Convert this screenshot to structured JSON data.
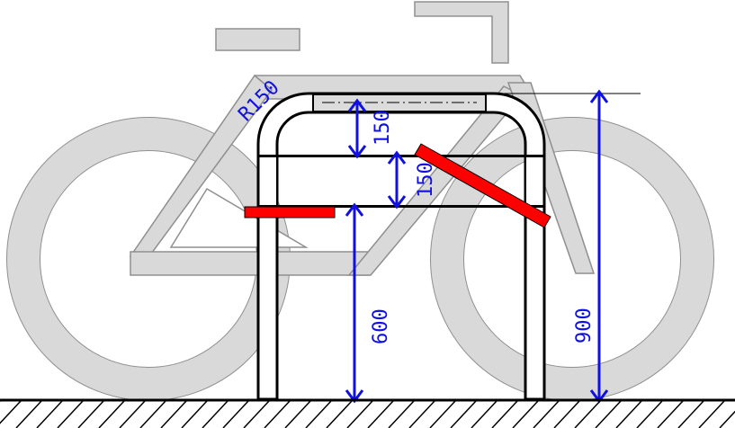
{
  "drawing": {
    "radius_label": "R150",
    "dimensions": {
      "upper_gap": "150",
      "middle_gap": "150",
      "rail_height": "600",
      "total_height": "900"
    },
    "colors": {
      "bicycle": "#d9d9d9",
      "bicycle_outline": "#8f8f8f",
      "rack": "#000000",
      "dimension": "#1010e0",
      "marker": "#ff0000",
      "ground": "#000000"
    }
  }
}
